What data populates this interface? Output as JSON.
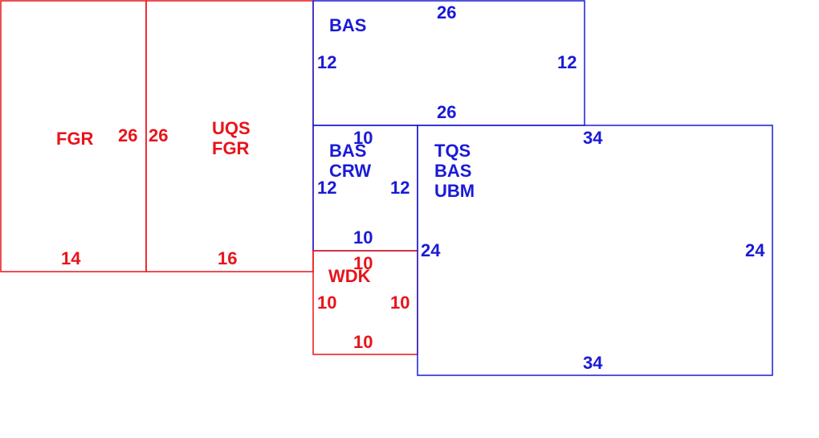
{
  "colors": {
    "red": "#e8131a",
    "blue": "#1a1ad6",
    "background": "#ffffff"
  },
  "rooms": [
    {
      "id": "fgr",
      "color": "red",
      "names": [
        "FGR"
      ],
      "dims": {
        "top": "",
        "bottom": "14",
        "left": "",
        "right": "26"
      }
    },
    {
      "id": "uqs-fgr",
      "color": "red",
      "names": [
        "UQS",
        "FGR"
      ],
      "dims": {
        "top": "",
        "bottom": "16",
        "left": "26",
        "right": ""
      }
    },
    {
      "id": "bas",
      "color": "blue",
      "names": [
        "BAS"
      ],
      "dims": {
        "top": "26",
        "bottom": "26",
        "left": "12",
        "right": "12"
      }
    },
    {
      "id": "bas-crw",
      "color": "blue",
      "names": [
        "BAS",
        "CRW"
      ],
      "dims": {
        "top": "10",
        "bottom": "10",
        "left": "12",
        "right": "12"
      }
    },
    {
      "id": "wdk",
      "color": "red",
      "names": [
        "WDK"
      ],
      "dims": {
        "top": "10",
        "bottom": "10",
        "left": "10",
        "right": "10"
      }
    },
    {
      "id": "tqs",
      "color": "blue",
      "names": [
        "TQS",
        "BAS",
        "UBM"
      ],
      "dims": {
        "top": "34",
        "bottom": "34",
        "left": "24",
        "right": "24"
      }
    }
  ]
}
